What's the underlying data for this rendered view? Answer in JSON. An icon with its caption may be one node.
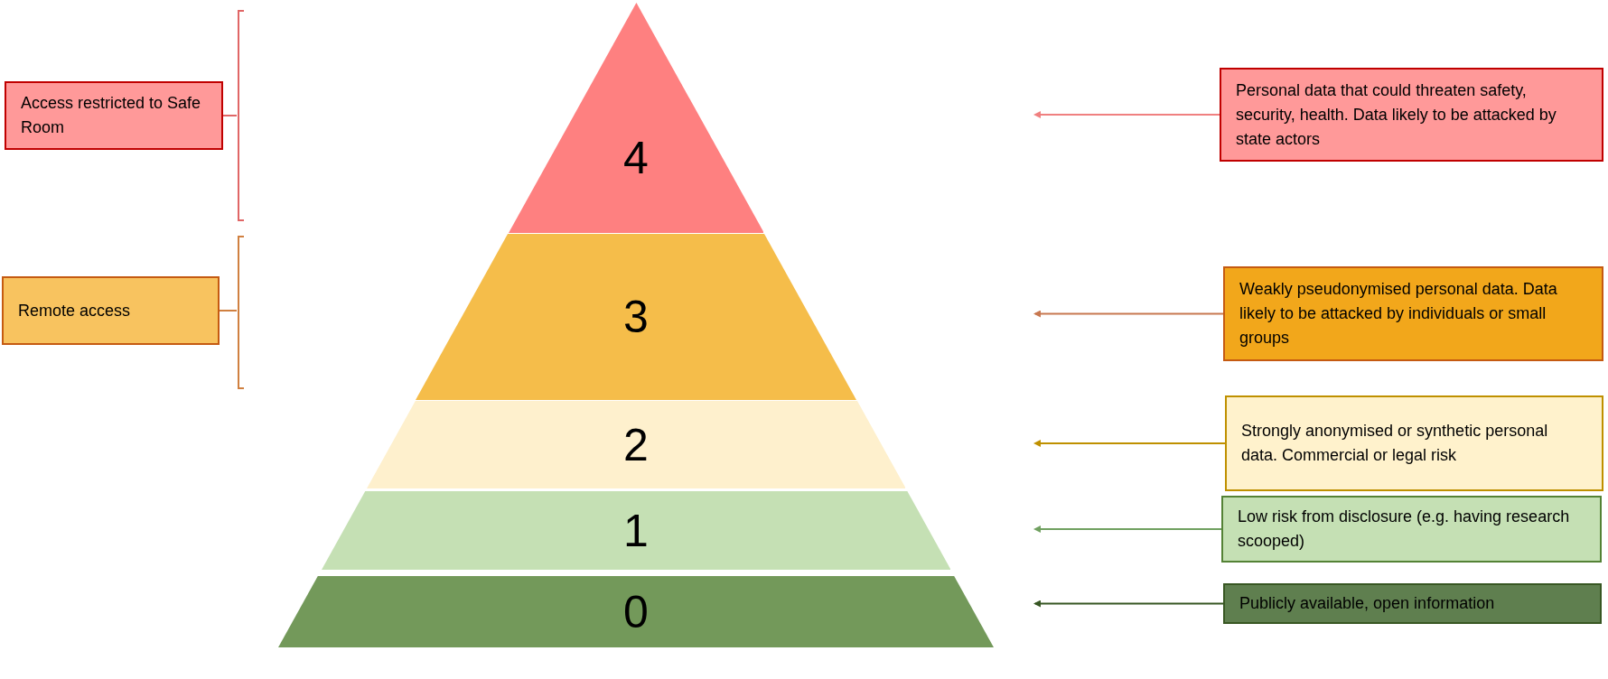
{
  "diagram": {
    "nodes": [
      {
        "text": [
          "Access restricted to Safe Room"
        ]
      },
      {
        "text": [
          "Remote access"
        ]
      },
      {
        "text": [
          "4"
        ]
      },
      {
        "text": [
          "3"
        ]
      },
      {
        "text": [
          "2"
        ]
      },
      {
        "text": [
          "1"
        ]
      },
      {
        "text": [
          "0"
        ]
      },
      {
        "text": [
          "Personal data that could threaten safety, security, health. Data likely to be attacked by state actors"
        ]
      },
      {
        "text": [
          "Weakly pseudonymised personal data. Data likely to be attacked by individuals or small groups"
        ]
      },
      {
        "text": [
          "Strongly anonymised or synthetic personal data. Commercial or legal risk"
        ]
      },
      {
        "text": [
          "Low risk from disclosure (e.g. having research scooped)"
        ]
      },
      {
        "text": [
          "Publicly available, open information"
        ]
      }
    ],
    "edges": [
      {
        "from": 7,
        "to": null,
        "arrow": "to",
        "color": "#f08080"
      },
      {
        "from": 8,
        "to": null,
        "arrow": "to",
        "color": "#c87850"
      },
      {
        "from": 9,
        "to": null,
        "arrow": "to",
        "color": "#bf9000"
      },
      {
        "from": 10,
        "to": null,
        "arrow": "to",
        "color": "#70a060"
      },
      {
        "from": 11,
        "to": null,
        "arrow": "to",
        "color": "#375623"
      }
    ]
  }
}
